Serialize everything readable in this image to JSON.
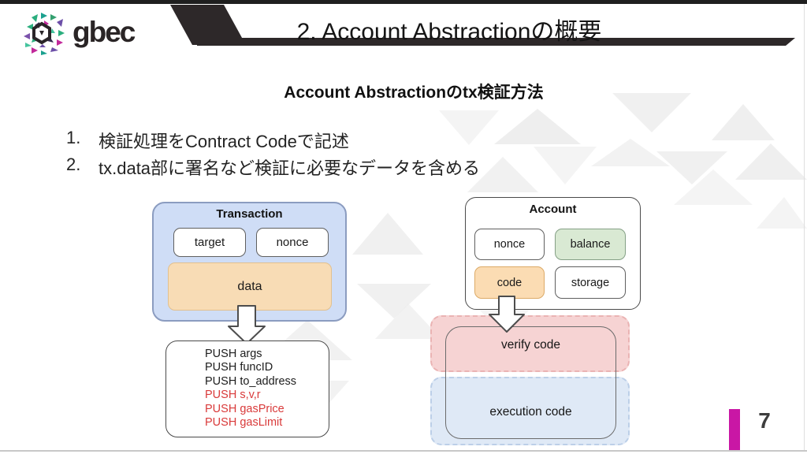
{
  "header": {
    "logo_text": "gbec",
    "title": "2. Account Abstractionの概要"
  },
  "subtitle": "Account Abstractionのtx検証方法",
  "list_items": [
    {
      "marker": "1.",
      "text": "検証処理をContract Codeで記述"
    },
    {
      "marker": "2.",
      "text": "tx.data部に署名など検証に必要なデータを含める"
    }
  ],
  "transaction_box": {
    "title": "Transaction",
    "target": "target",
    "nonce": "nonce",
    "data": "data"
  },
  "push_box": {
    "lines": [
      {
        "text": "PUSH args",
        "color": "#1d1d1d"
      },
      {
        "text": "PUSH funcID",
        "color": "#1d1d1d"
      },
      {
        "text": "PUSH to_address",
        "color": "#1d1d1d"
      },
      {
        "text": "PUSH s,v,r",
        "color": "#D93A3A"
      },
      {
        "text": "PUSH gasPrice",
        "color": "#D93A3A"
      },
      {
        "text": "PUSH gasLimit",
        "color": "#D93A3A"
      }
    ]
  },
  "account_box": {
    "title": "Account",
    "nonce": "nonce",
    "balance": "balance",
    "code": "code",
    "storage": "storage"
  },
  "code_flow": {
    "verify_label": "verify code",
    "execution_label": "execution code"
  },
  "footer": {
    "page_number": "7"
  },
  "colors": {
    "accent_magenta": "#C917A5",
    "push_red": "#D93A3A",
    "transaction_fill": "#CFDDF6",
    "data_fill": "#F8DCB5",
    "balance_fill": "#D9E9D3",
    "code_fill": "#FBDCB3",
    "verify_fill": "#F6D3D3",
    "execution_fill": "#DFE9F6",
    "header_dark": "#2D2829"
  }
}
